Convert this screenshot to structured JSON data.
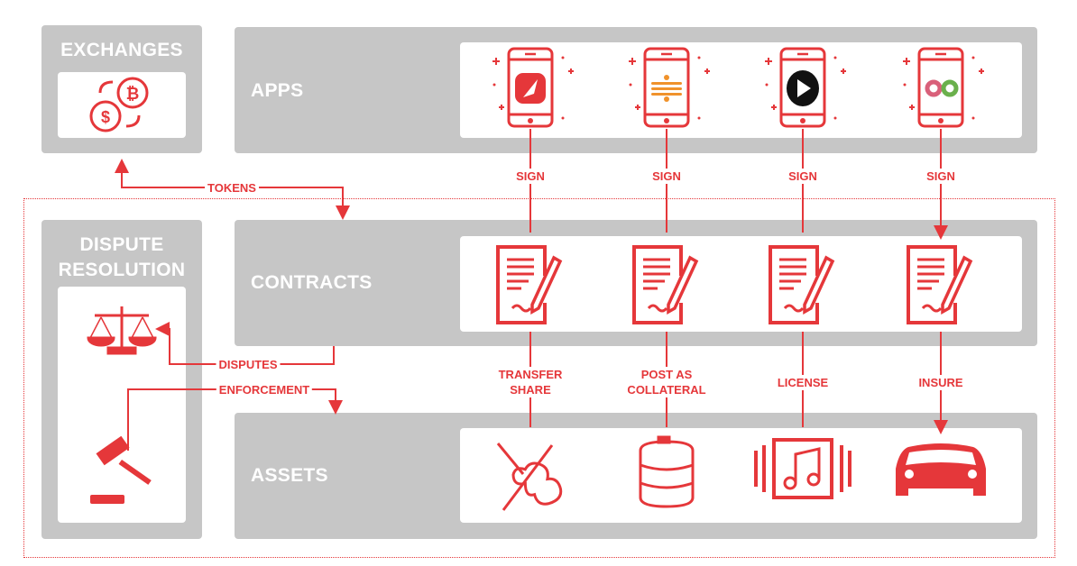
{
  "colors": {
    "accent": "#e5373a",
    "panel": "#c6c6c6"
  },
  "sections": {
    "exchanges": "EXCHANGES",
    "apps": "APPS",
    "dispute_line1": "DISPUTE",
    "dispute_line2": "RESOLUTION",
    "contracts": "CONTRACTS",
    "assets": "ASSETS"
  },
  "flows": {
    "tokens": "TOKENS",
    "disputes": "DISPUTES",
    "enforcement": "ENFORCEMENT"
  },
  "columns": [
    {
      "app_icon": "rocket-app-icon",
      "sign": "SIGN",
      "action1": "TRANSFER",
      "action2": "SHARE",
      "asset_icon": "violin-icon"
    },
    {
      "app_icon": "orange-network-app-icon",
      "sign": "SIGN",
      "action1": "POST AS",
      "action2": "COLLATERAL",
      "asset_icon": "oil-barrel-icon"
    },
    {
      "app_icon": "play-app-icon",
      "sign": "SIGN",
      "action1": "LICENSE",
      "asset_icon": "music-album-icon"
    },
    {
      "app_icon": "co-app-icon",
      "sign": "SIGN",
      "action1": "INSURE",
      "asset_icon": "car-icon"
    }
  ]
}
